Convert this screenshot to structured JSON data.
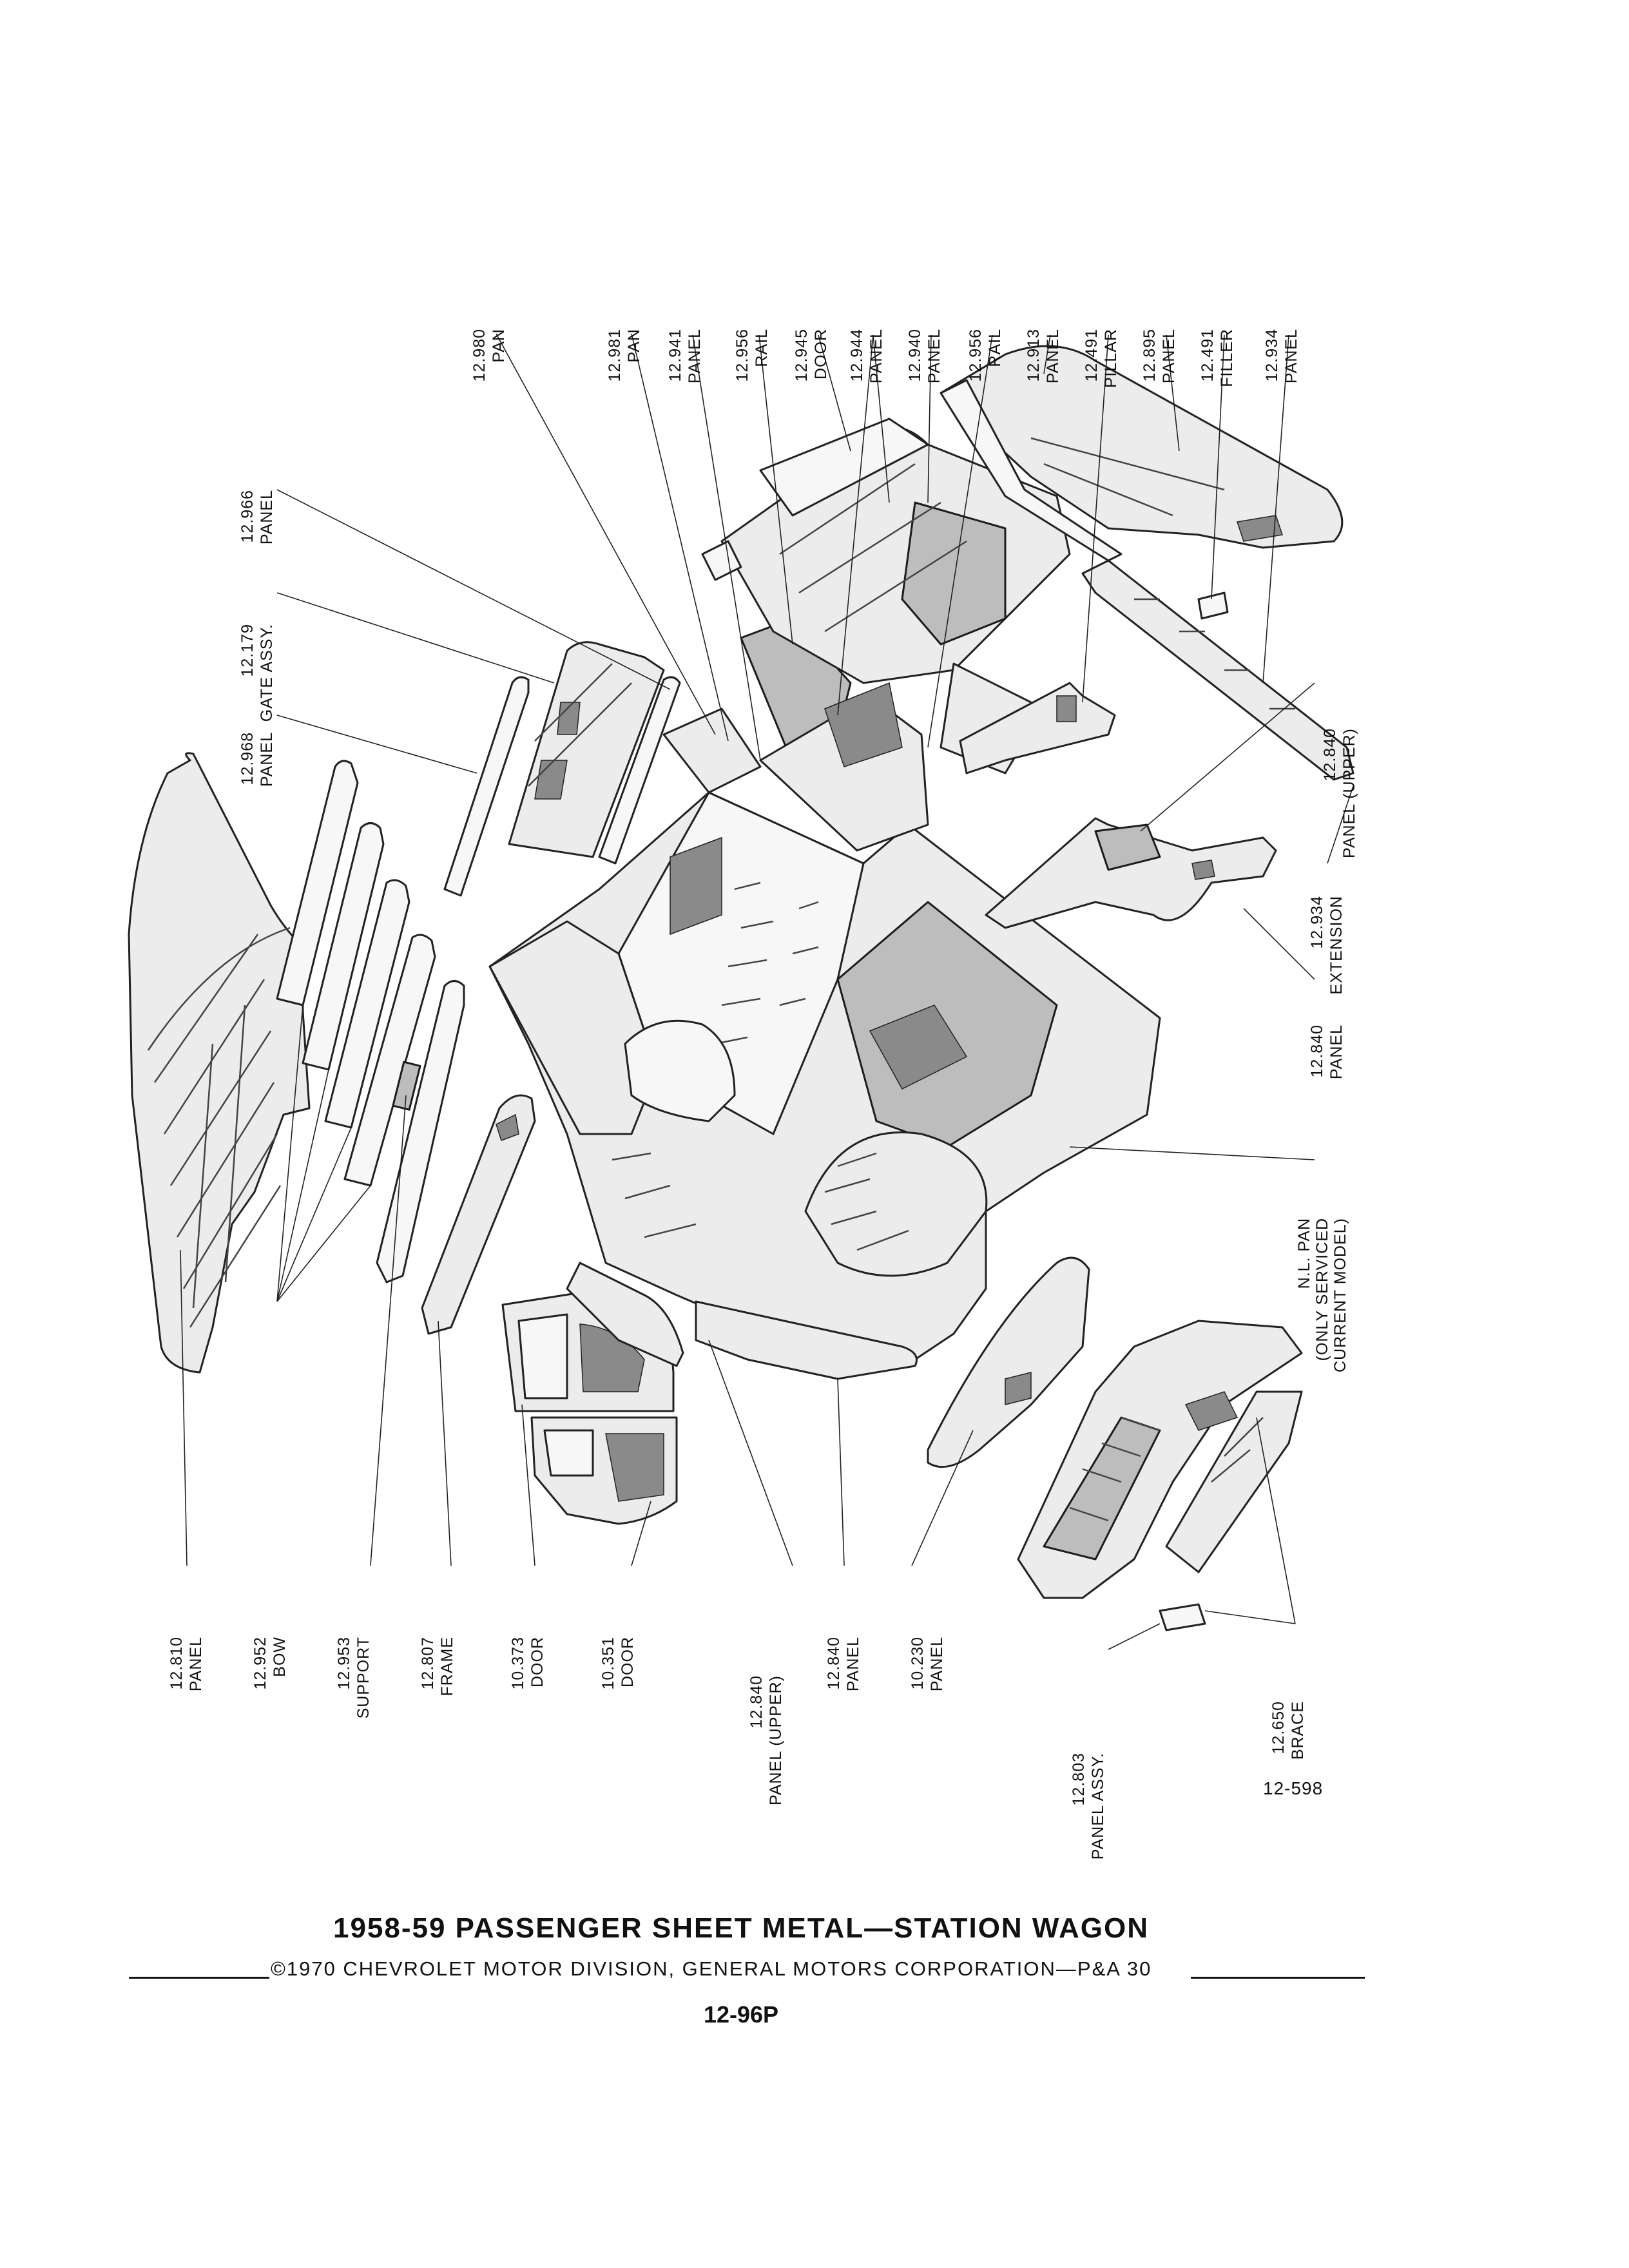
{
  "callouts": {
    "c12980": {
      "num": "12.980",
      "name": "PAN"
    },
    "c12981": {
      "num": "12.981",
      "name": "PAN"
    },
    "c12941": {
      "num": "12.941",
      "name": "PANEL"
    },
    "c12956a": {
      "num": "12.956",
      "name": "RAIL"
    },
    "c12945": {
      "num": "12.945",
      "name": "DOOR"
    },
    "c12944": {
      "num": "12.944",
      "name": "PANEL"
    },
    "c12940": {
      "num": "12.940",
      "name": "PANEL"
    },
    "c12956b": {
      "num": "12.956",
      "name": "RAIL"
    },
    "c12913": {
      "num": "12.913",
      "name": "PANEL"
    },
    "c12491p": {
      "num": "12.491",
      "name": "PILLAR"
    },
    "c12895": {
      "num": "12.895",
      "name": "PANEL"
    },
    "c12491f": {
      "num": "12.491",
      "name": "FILLER"
    },
    "c12934p": {
      "num": "12.934",
      "name": "PANEL"
    },
    "c12966": {
      "num": "12.966",
      "name": "PANEL"
    },
    "c12179": {
      "num": "12.179",
      "name": "GATE ASSY."
    },
    "c12968": {
      "num": "12.968",
      "name": "PANEL"
    },
    "c12840u_r": {
      "num": "12.840",
      "name": "PANEL (UPPER)"
    },
    "c12934e": {
      "num": "12.934",
      "name": "EXTENSION"
    },
    "c12840_r": {
      "num": "12.840",
      "name": "PANEL"
    },
    "cNLpan": {
      "l1": "N.L. PAN",
      "l2": "(ONLY SERVICED",
      "l3": "CURRENT MODEL)"
    },
    "c12810": {
      "num": "12.810",
      "name": "PANEL"
    },
    "c12952": {
      "num": "12.952",
      "name": "BOW"
    },
    "c12953": {
      "num": "12.953",
      "name": "SUPPORT"
    },
    "c12807": {
      "num": "12.807",
      "name": "FRAME"
    },
    "c10373": {
      "num": "10.373",
      "name": "DOOR"
    },
    "c10351": {
      "num": "10.351",
      "name": "DOOR"
    },
    "c12840u_b": {
      "num": "12.840",
      "name": "PANEL (UPPER)"
    },
    "c12840_b": {
      "num": "12.840",
      "name": "PANEL"
    },
    "c10230": {
      "num": "10.230",
      "name": "PANEL"
    },
    "c12803": {
      "num": "12.803",
      "name": "PANEL ASSY."
    },
    "c12650": {
      "num": "12.650",
      "name": "BRACE"
    }
  },
  "figure_number": "12-598",
  "title": "1958-59 PASSENGER SHEET METAL—STATION WAGON",
  "copyright": "©1970 CHEVROLET MOTOR DIVISION, GENERAL MOTORS CORPORATION—P&A 30",
  "page_number": "12-96P"
}
